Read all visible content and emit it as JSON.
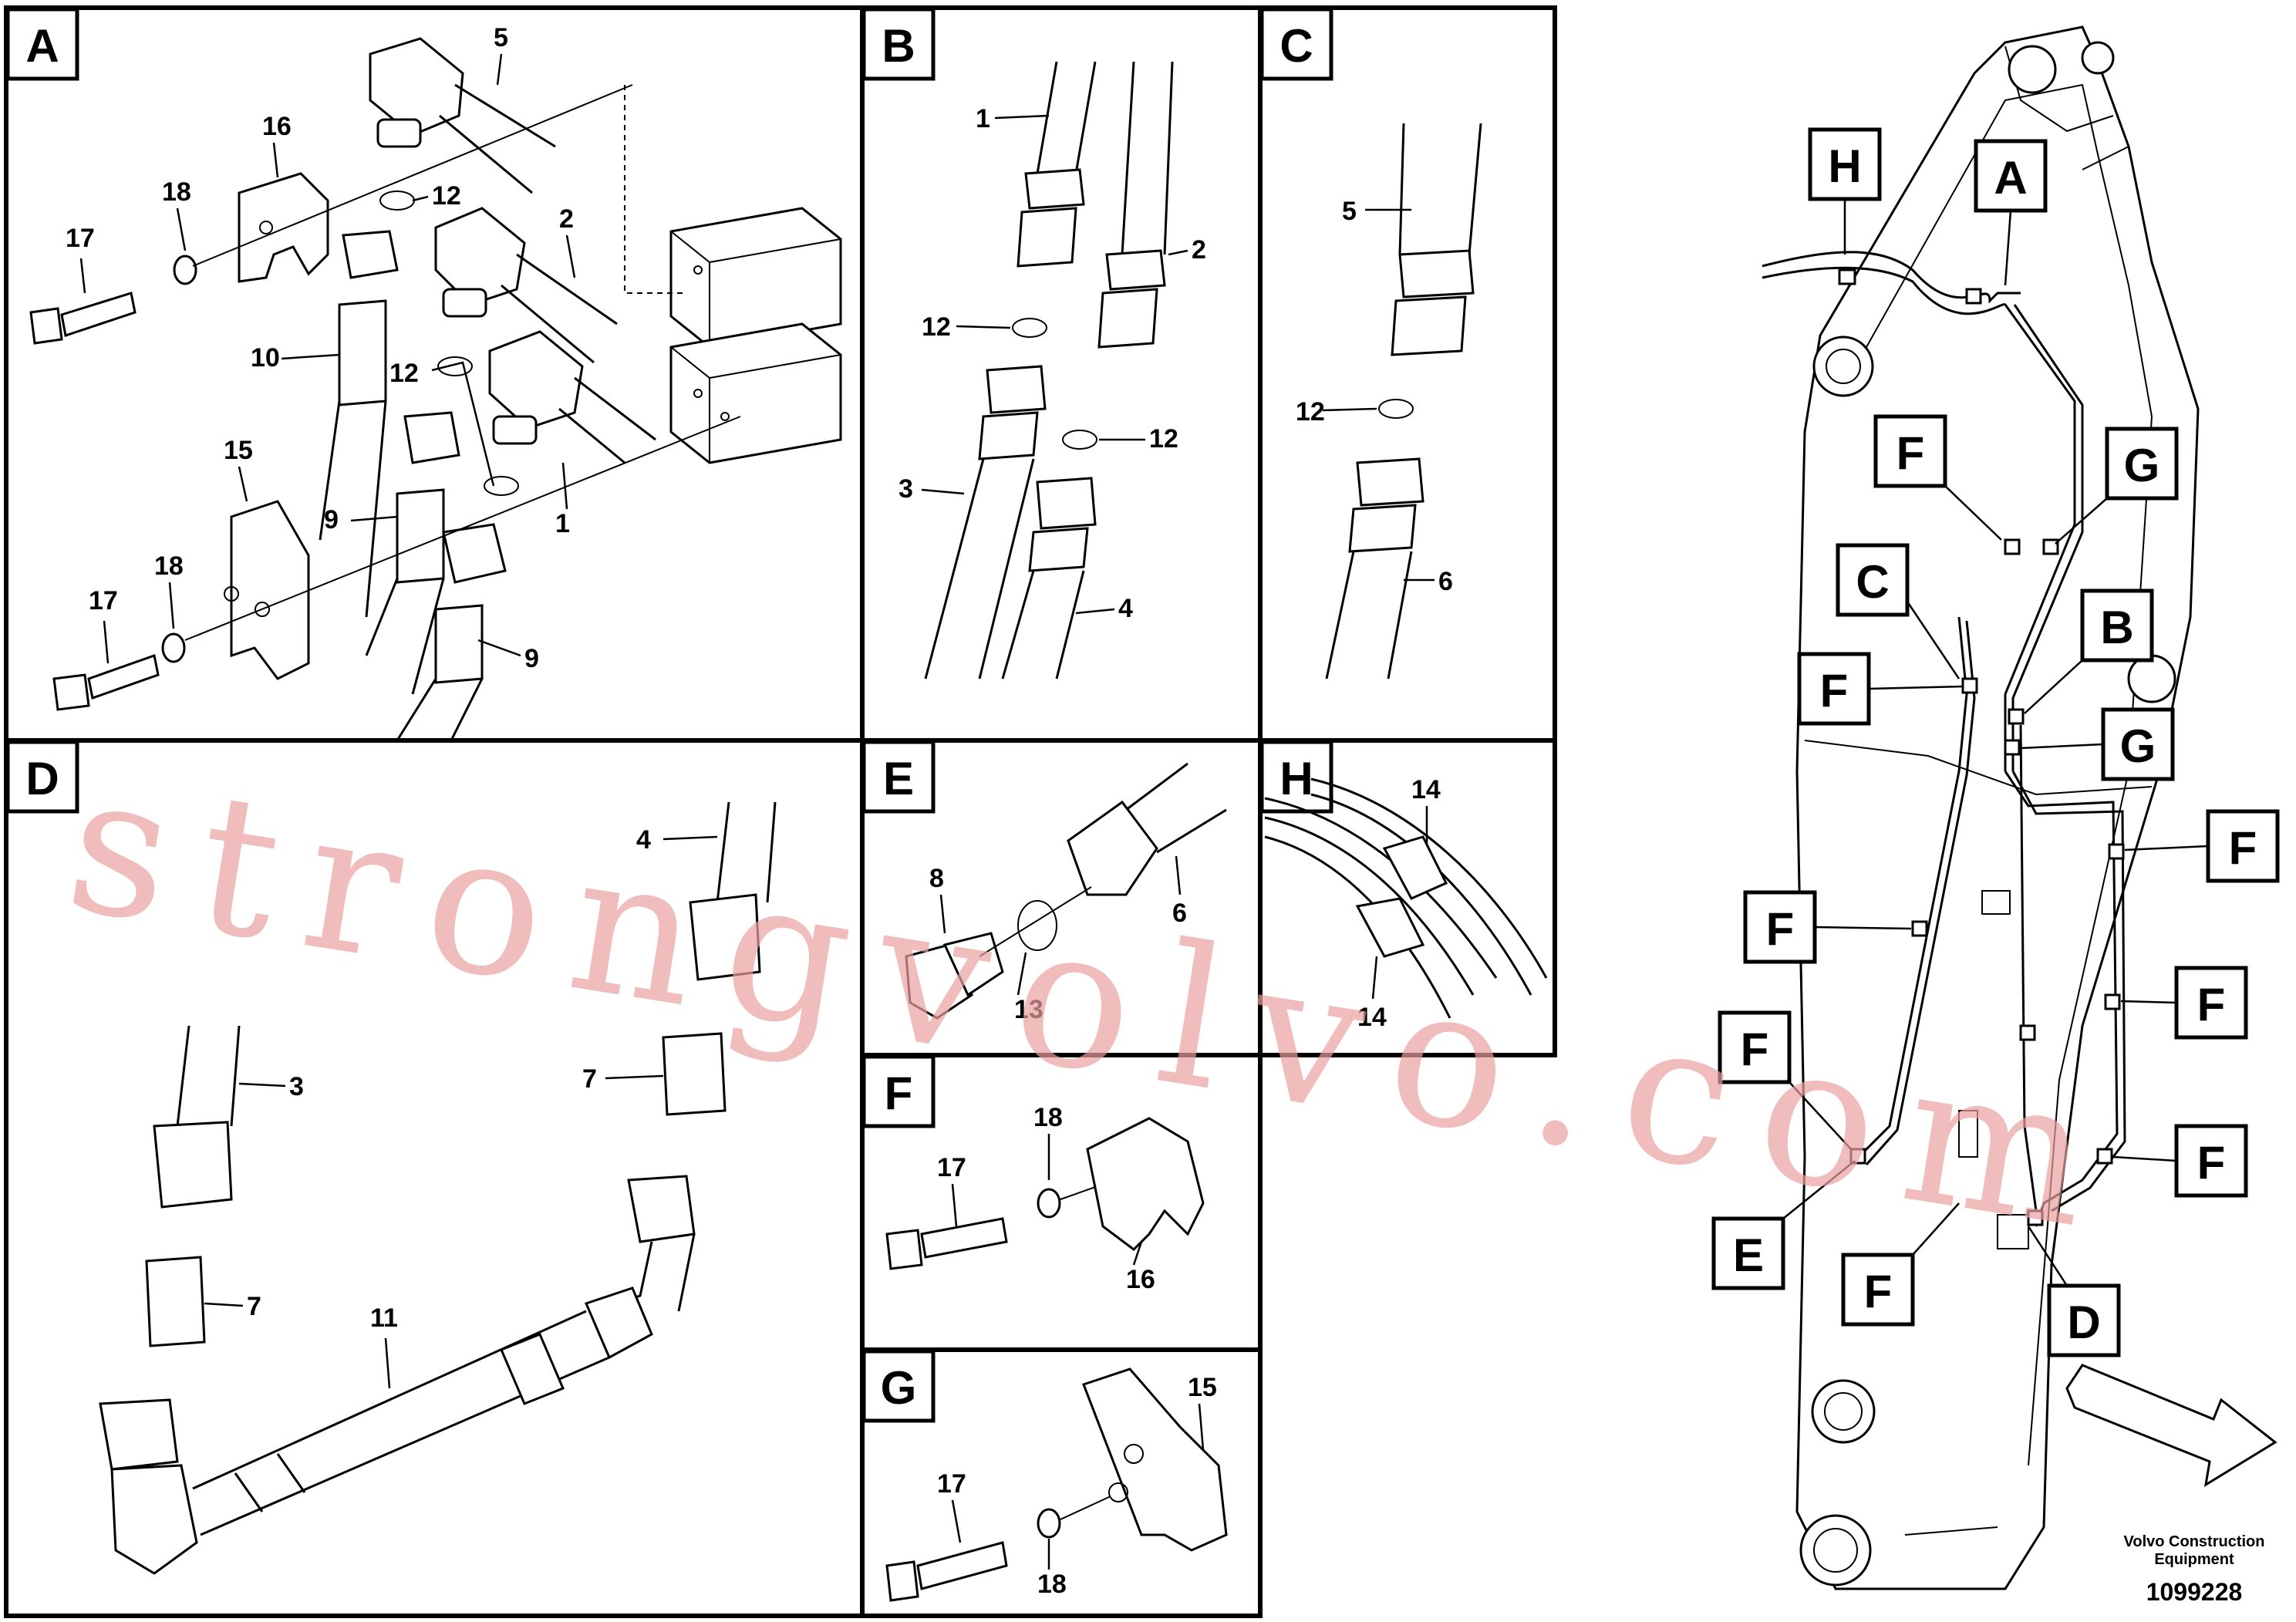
{
  "panels": {
    "A": {
      "label": "A"
    },
    "B": {
      "label": "B"
    },
    "C": {
      "label": "C"
    },
    "D": {
      "label": "D"
    },
    "E": {
      "label": "E"
    },
    "F": {
      "label": "F"
    },
    "G": {
      "label": "G"
    },
    "H": {
      "label": "H"
    }
  },
  "panel_a": {
    "callouts": [
      "5",
      "16",
      "18",
      "17",
      "12",
      "2",
      "10",
      "12",
      "15",
      "9",
      "1",
      "18",
      "17",
      "9"
    ]
  },
  "panel_b": {
    "callouts": [
      "1",
      "2",
      "12",
      "12",
      "3",
      "4"
    ]
  },
  "panel_c": {
    "callouts": [
      "5",
      "12",
      "6"
    ]
  },
  "panel_d": {
    "callouts": [
      "4",
      "7",
      "3",
      "7",
      "11"
    ]
  },
  "panel_e": {
    "callouts": [
      "8",
      "6",
      "13"
    ]
  },
  "panel_h": {
    "callouts": [
      "14",
      "14"
    ]
  },
  "panel_f": {
    "callouts": [
      "18",
      "17",
      "16"
    ]
  },
  "panel_g": {
    "callouts": [
      "15",
      "17",
      "18"
    ]
  },
  "overview": {
    "callouts": [
      "H",
      "A",
      "F",
      "G",
      "C",
      "B",
      "F",
      "G",
      "F",
      "F",
      "F",
      "F",
      "F",
      "E",
      "F",
      "D"
    ]
  },
  "watermark": "strongvolvo.com",
  "footer": {
    "company": "Volvo Construction",
    "company2": "Equipment",
    "drawing_no": "1099228"
  },
  "colors": {
    "line": "#000000",
    "watermark": "#e9a0a0",
    "background": "#ffffff"
  }
}
